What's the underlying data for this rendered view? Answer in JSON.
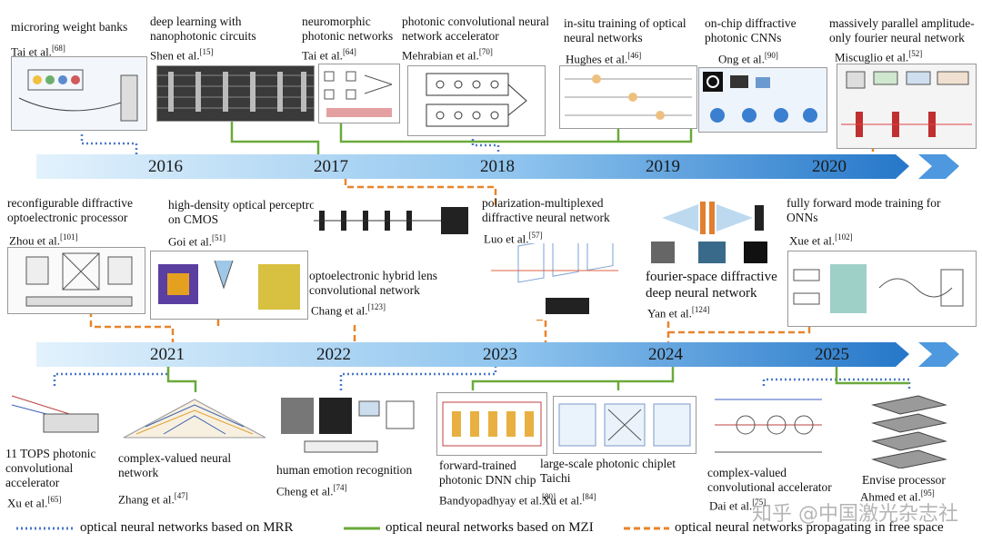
{
  "timeline_top": {
    "years": [
      "2016",
      "2017",
      "2018",
      "2019",
      "2020"
    ],
    "items": [
      {
        "title": "microring weight banks",
        "cite": "Tai et al.",
        "ref": "[68]",
        "type": "MRR"
      },
      {
        "title": "deep learning with nanophotonic circuits",
        "cite": "Shen et al.",
        "ref": "[15]",
        "type": "MZI"
      },
      {
        "title": "neuromorphic photonic networks",
        "cite": "Tai et al.",
        "ref": "[64]",
        "type": "MZI"
      },
      {
        "title": "photonic convolutional neural network accelerator",
        "cite": "Mehrabian et al.",
        "ref": "[70]",
        "type": "MRR"
      },
      {
        "title": "in-situ training of optical neural networks",
        "cite": "Hughes et al.",
        "ref": "[46]",
        "type": "MZI"
      },
      {
        "title": "on-chip diffractive photonic CNNs",
        "cite": "Ong et al.",
        "ref": "[90]",
        "type": "MZI"
      },
      {
        "title": "massively parallel amplitude-only fourier neural network",
        "cite": "Miscuglio et al.",
        "ref": "[52]",
        "type": "Free space"
      }
    ]
  },
  "timeline_middle": {
    "years": [
      "2021",
      "2022",
      "2023",
      "2024",
      "2025"
    ],
    "items": [
      {
        "title": "reconfigurable diffractive optoelectronic processor",
        "cite": "Zhou et al.",
        "ref": "[101]",
        "type": "Free space"
      },
      {
        "title": "high-density optical perceptron on CMOS",
        "cite": "Goi et al.",
        "ref": "[51]",
        "type": "Free space"
      },
      {
        "title": "optoelectronic hybrid lens convolutional network",
        "cite": "Chang et al.",
        "ref": "[123]",
        "type": "Free space"
      },
      {
        "title": "polarization-multiplexed diffractive neural network",
        "cite": "Luo et al.",
        "ref": "[57]",
        "type": "Free space"
      },
      {
        "title": "fourier-space diffractive deep neural network",
        "cite": "Yan et al.",
        "ref": "[124]",
        "type": "Free space"
      },
      {
        "title": "fully forward mode training for ONNs",
        "cite": "Xue et al.",
        "ref": "[102]",
        "type": "Free space"
      }
    ]
  },
  "timeline_bottom": {
    "items": [
      {
        "title": "11 TOPS photonic convolutional accelerator",
        "cite": "Xu et al.",
        "ref": "[65]",
        "type": "MRR"
      },
      {
        "title": "complex-valued neural network",
        "cite": "Zhang et al.",
        "ref": "[47]",
        "type": "MZI"
      },
      {
        "title": "human emotion recognition",
        "cite": "Cheng et al.",
        "ref": "[74]",
        "type": "MRR"
      },
      {
        "title": "forward-trained photonic DNN chip",
        "cite": "Bandyopadhyay et al.",
        "ref": "[80]",
        "type": "MZI"
      },
      {
        "title": "large-scale photonic chiplet Taichi",
        "cite": "Xu et al.",
        "ref": "[84]",
        "type": "MZI"
      },
      {
        "title": "complex-valued convolutional accelerator",
        "cite": "Dai et al.",
        "ref": "[75]",
        "type": "MRR"
      },
      {
        "title": "Envise processor",
        "cite": "Ahmed et al.",
        "ref": "[95]",
        "type": "MZI"
      }
    ]
  },
  "legend": [
    {
      "label": "optical neural networks based on MRR",
      "color": "#4a78c8",
      "style": "dotted"
    },
    {
      "label": "optical neural networks based on MZI",
      "color": "#6aaa3a",
      "style": "solid"
    },
    {
      "label": "optical neural networks propagating in free space",
      "color": "#e8842a",
      "style": "dashed"
    }
  ],
  "watermark": "知乎 @中国激光杂志社",
  "colors": {
    "arrow_light": "#dcefff",
    "arrow_dark": "#2a7fd0",
    "mrr": "#4a78c8",
    "mzi": "#6aaa3a",
    "free": "#e8842a"
  }
}
